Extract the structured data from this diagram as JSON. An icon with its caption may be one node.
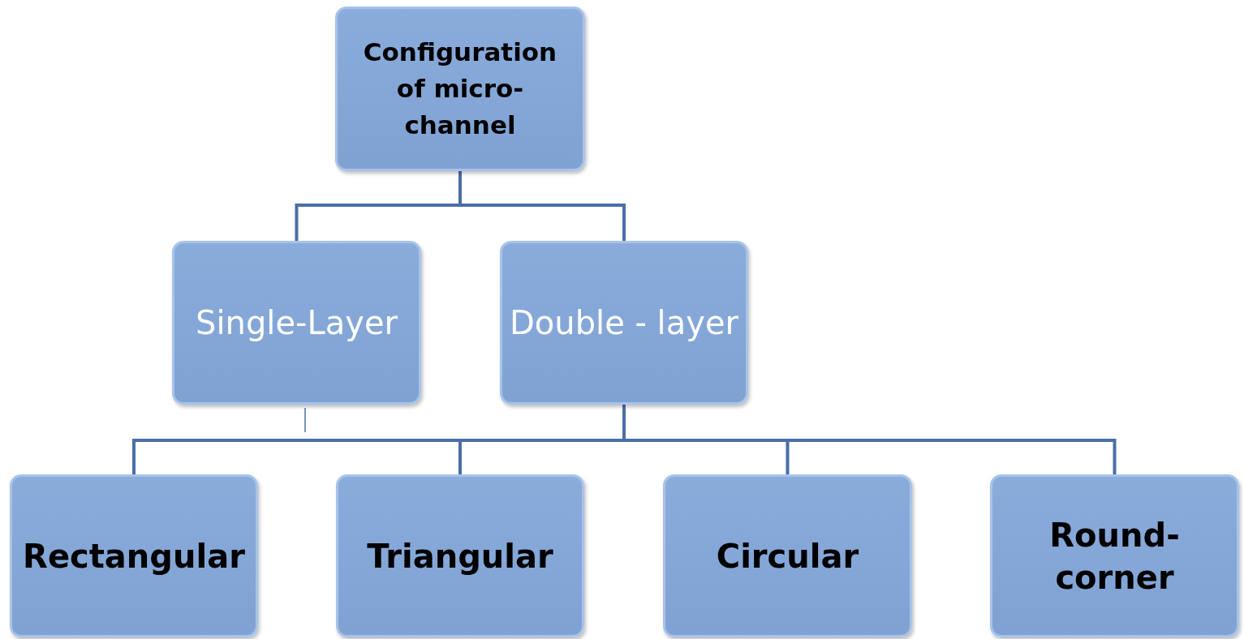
{
  "diagram": {
    "nodes": [
      {
        "text": [
          "Configuration of micro-channel"
        ]
      },
      {
        "text": [
          "Single-Layer"
        ]
      },
      {
        "text": [
          "Double - layer"
        ]
      },
      {
        "text": [
          "Rectangular"
        ]
      },
      {
        "text": [
          "Triangular"
        ]
      },
      {
        "text": [
          "Circular"
        ]
      },
      {
        "text": [
          "Round- corner"
        ]
      }
    ],
    "edges": [
      {
        "from": 0,
        "to": 1,
        "arrow": "none"
      },
      {
        "from": 0,
        "to": 2,
        "arrow": "none"
      },
      {
        "from": 2,
        "to": 3,
        "arrow": "none"
      },
      {
        "from": 2,
        "to": 4,
        "arrow": "none"
      },
      {
        "from": 2,
        "to": 5,
        "arrow": "none"
      },
      {
        "from": 2,
        "to": 6,
        "arrow": "none"
      }
    ]
  }
}
